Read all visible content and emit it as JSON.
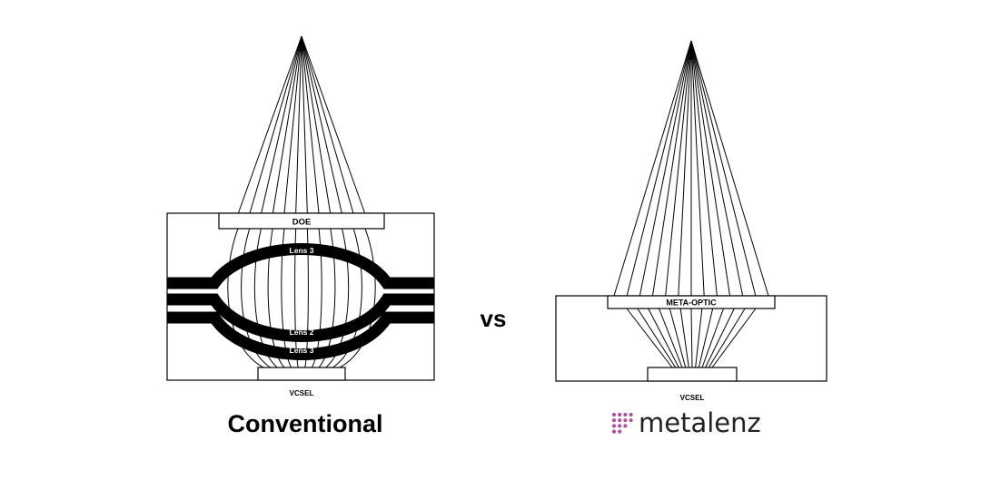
{
  "left_diagram": {
    "doe_label": "DOE",
    "lens_top_label": "Lens 3",
    "lens_middle_label": "Lens 2",
    "lens_bottom_label": "Lens 3",
    "vcsel_label": "VCSEL",
    "caption": "Conventional"
  },
  "versus_label": "vs",
  "right_diagram": {
    "meta_optic_label": "META-OPTIC",
    "vcsel_label": "VCSEL",
    "brand_name": "metalenz"
  },
  "colors": {
    "ink": "#000000",
    "background": "#ffffff",
    "brand_dots": "#b0519a"
  }
}
